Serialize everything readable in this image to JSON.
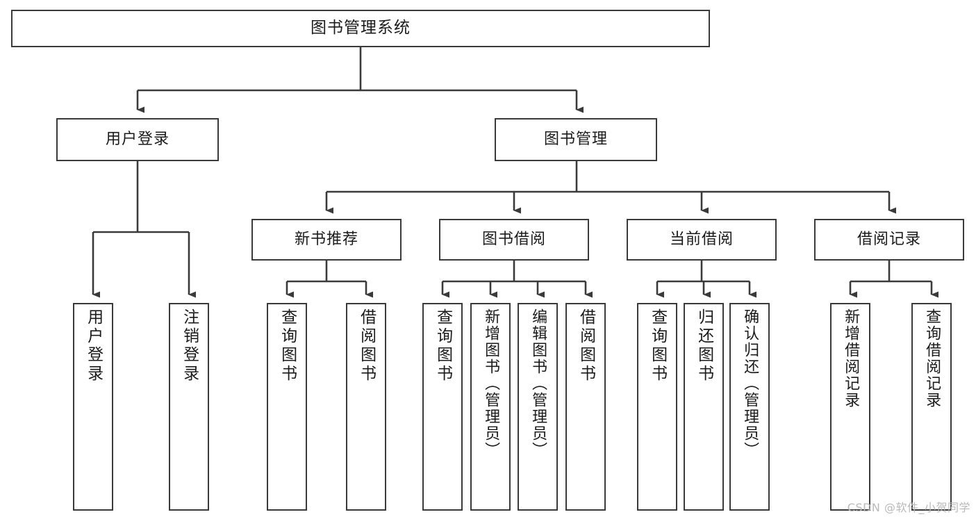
{
  "diagram": {
    "title": "图书管理系统",
    "type": "tree-hierarchy",
    "stroke_color": "#3a3a3a",
    "background_color": "#ffffff",
    "text_color": "#1b1b1b"
  },
  "nodes": {
    "root": {
      "label": "图书管理系统"
    },
    "level2": [
      {
        "id": "user-login",
        "label": "用户登录"
      },
      {
        "id": "book-manage",
        "label": "图书管理"
      }
    ],
    "level3": [
      {
        "id": "new-book-recommend",
        "label": "新书推荐"
      },
      {
        "id": "book-borrow",
        "label": "图书借阅"
      },
      {
        "id": "current-borrow",
        "label": "当前借阅"
      },
      {
        "id": "borrow-record",
        "label": "借阅记录"
      }
    ],
    "leaves": {
      "user_login": [
        {
          "id": "leaf-user-login",
          "label": "用户登录"
        },
        {
          "id": "leaf-logout-login",
          "label": "注销登录"
        }
      ],
      "new_book_recommend": [
        {
          "id": "leaf-query-book-1",
          "label": "查询图书"
        },
        {
          "id": "leaf-borrow-book-1",
          "label": "借阅图书"
        }
      ],
      "book_borrow": [
        {
          "id": "leaf-query-book-2",
          "label": "查询图书"
        },
        {
          "id": "leaf-add-book",
          "label": "新增图书（管理员）"
        },
        {
          "id": "leaf-edit-book",
          "label": "编辑图书（管理员）"
        },
        {
          "id": "leaf-borrow-book-2",
          "label": "借阅图书"
        }
      ],
      "current_borrow": [
        {
          "id": "leaf-query-book-3",
          "label": "查询图书"
        },
        {
          "id": "leaf-return-book",
          "label": "归还图书"
        },
        {
          "id": "leaf-confirm-return",
          "label": "确认归还（管理员）"
        }
      ],
      "borrow_record": [
        {
          "id": "leaf-add-record",
          "label": "新增借阅记录"
        },
        {
          "id": "leaf-query-record",
          "label": "查询借阅记录"
        }
      ]
    }
  },
  "watermark": {
    "text": "CSDN @软件_小贺同学"
  }
}
